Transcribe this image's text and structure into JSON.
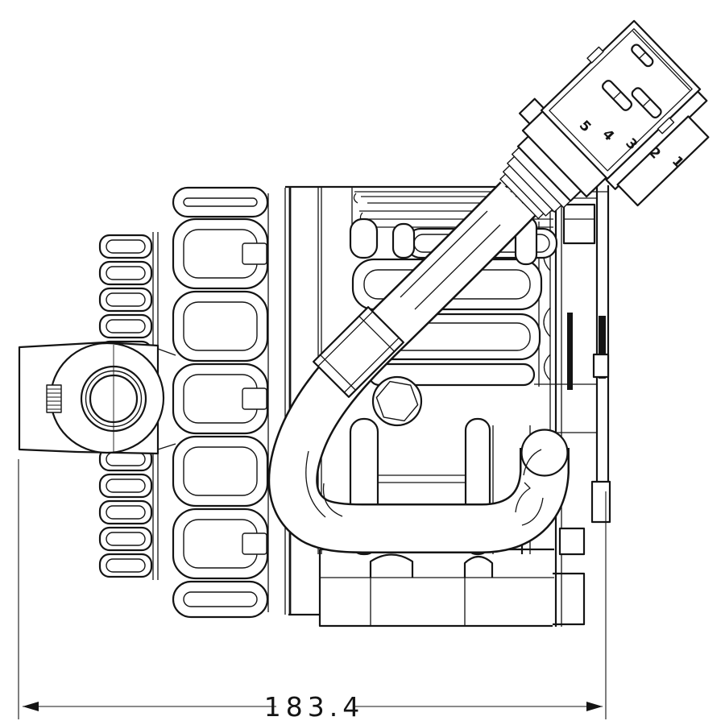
{
  "drawing": {
    "type": "technical-drawing",
    "dimension": {
      "value": "183.4"
    },
    "connector": {
      "pins": [
        "5",
        "4",
        "3",
        "2",
        "1"
      ]
    },
    "colors": {
      "line": "#141414",
      "background": "#ffffff"
    }
  }
}
